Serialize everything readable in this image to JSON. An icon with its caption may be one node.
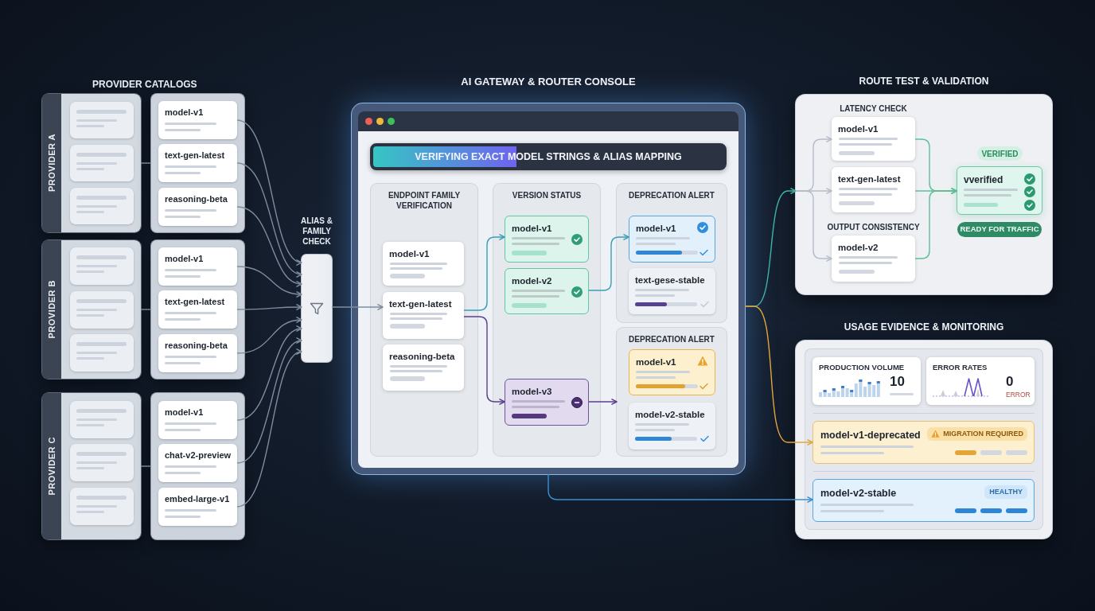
{
  "diagram": {
    "nodes": [
      {
        "text": [
          "PROVIDER A"
        ]
      },
      {
        "text": [],
        "shape": "box",
        "in": 0
      },
      {
        "text": [],
        "shape": "box",
        "in": 0
      },
      {
        "text": [],
        "shape": "box",
        "in": 0
      },
      {
        "text": [],
        "shape": "box"
      },
      {
        "text": [
          "model-v1"
        ],
        "in": 4
      },
      {
        "text": [
          "text-gen-latest"
        ],
        "in": 4
      },
      {
        "text": [
          "reasoning-beta"
        ],
        "in": 4
      },
      {
        "text": [
          "PROVIDER B"
        ]
      },
      {
        "text": [],
        "shape": "box",
        "in": 8
      },
      {
        "text": [],
        "shape": "box",
        "in": 8
      },
      {
        "text": [],
        "shape": "box",
        "in": 8
      },
      {
        "text": [],
        "shape": "box"
      },
      {
        "text": [
          "model-v1"
        ],
        "in": 12
      },
      {
        "text": [
          "text-gen-latest"
        ],
        "in": 12
      },
      {
        "text": [
          "reasoning-beta"
        ],
        "in": 12
      },
      {
        "text": [
          "PROVIDER C"
        ]
      },
      {
        "text": [],
        "shape": "box",
        "in": 16
      },
      {
        "text": [],
        "shape": "box",
        "in": 16
      },
      {
        "text": [],
        "shape": "box",
        "in": 16
      },
      {
        "text": [],
        "shape": "box"
      },
      {
        "text": [
          "model-v1"
        ],
        "in": 20
      },
      {
        "text": [
          "chat-v2-preview"
        ],
        "in": 20
      },
      {
        "text": [
          "embed-large-v1"
        ],
        "in": 20
      },
      {
        "text": [
          "ALIAS & FAMILY CHECK"
        ]
      },
      {
        "text": [
          "AI GATEWAY & ROUTER CONSOLE"
        ]
      },
      {
        "text": [
          "VERIFYING EXACT MODEL STRINGS & ALIAS MAPPING"
        ],
        "in": 25
      },
      {
        "text": [
          "ENDPOINT FAMILY VERIFICATION"
        ],
        "in": 25
      },
      {
        "text": [
          "model-v1"
        ],
        "in": 27
      },
      {
        "text": [
          "text-gen-latest"
        ],
        "in": 27
      },
      {
        "text": [
          "reasoning-beta"
        ],
        "in": 27
      },
      {
        "text": [
          "VERSION STATUS"
        ],
        "in": 25
      },
      {
        "text": [
          "model-v1"
        ],
        "in": 31
      },
      {
        "text": [
          "model-v2"
        ],
        "in": 31
      },
      {
        "text": [
          "model-v3"
        ],
        "in": 31
      },
      {
        "text": [
          "DEPRECATION ALERT"
        ],
        "in": 25
      },
      {
        "text": [
          "model-v1"
        ],
        "in": 35
      },
      {
        "text": [
          "text-gese-stable"
        ],
        "in": 35
      },
      {
        "text": [
          "DEPRECATION ALERT"
        ],
        "in": 25
      },
      {
        "text": [
          "model-v1"
        ],
        "in": 38
      },
      {
        "text": [
          "model-v2-stable"
        ],
        "in": 38
      },
      {
        "text": [
          "ROUTE TEST & VALIDATION"
        ]
      },
      {
        "text": [
          "model-v1"
        ],
        "in": 41,
        "beside": [
          "LATENCY CHECK"
        ]
      },
      {
        "text": [
          "text-gen-latest"
        ],
        "in": 41
      },
      {
        "text": [
          "model-v2"
        ],
        "in": 41,
        "beside": [
          "OUTPUT CONSISTENCY"
        ]
      },
      {
        "text": [
          "vverified"
        ],
        "in": 41
      },
      {
        "text": [
          "VERIFIED"
        ],
        "in": 41
      },
      {
        "text": [
          "READY FOR TRAFFIC"
        ],
        "in": 41
      },
      {
        "text": [
          "USAGE EVIDENCE & MONITORING"
        ]
      },
      {
        "text": [],
        "shape": "box",
        "in": 48
      },
      {
        "text": [
          "PRODUCTION VOLUME",
          "10"
        ],
        "in": 49
      },
      {
        "text": [
          "ERROR RATES",
          "0",
          "ERROR"
        ],
        "in": 49
      },
      {
        "text": [
          "model-v1-deprecated",
          "MIGRATION REQUIRED"
        ],
        "in": 49
      },
      {
        "text": [
          "model-v2-stable",
          "HEALTHY"
        ],
        "in": 49
      }
    ],
    "edges": [
      {
        "from": 0,
        "to": 4,
        "arrow": "none"
      },
      {
        "from": 8,
        "to": 12,
        "arrow": "none"
      },
      {
        "from": 16,
        "to": 20,
        "arrow": "none"
      },
      {
        "from": 5,
        "to": 24,
        "arrow": "to"
      },
      {
        "from": 6,
        "to": 24,
        "arrow": "to"
      },
      {
        "from": 7,
        "to": 24,
        "arrow": "to"
      },
      {
        "from": 13,
        "to": 24,
        "arrow": "to"
      },
      {
        "from": 14,
        "to": 24,
        "arrow": "to"
      },
      {
        "from": 15,
        "to": 24,
        "arrow": "to"
      },
      {
        "from": 21,
        "to": 24,
        "arrow": "to"
      },
      {
        "from": 22,
        "to": 24,
        "arrow": "to"
      },
      {
        "from": 23,
        "to": 24,
        "arrow": "to"
      },
      {
        "from": 24,
        "to": 29,
        "arrow": "to"
      },
      {
        "from": 29,
        "to": 32,
        "arrow": "to",
        "color": "#3a9fb5"
      },
      {
        "from": 29,
        "to": 34,
        "arrow": "to",
        "color": "#5a3f8e"
      },
      {
        "from": 33,
        "to": 36,
        "arrow": "to",
        "color": "#3a9fb5"
      },
      {
        "from": 34,
        "to": 38,
        "arrow": "to",
        "color": "#5a3f8e"
      },
      {
        "from": 25,
        "to": 41,
        "arrow": "to",
        "color": "#3fb3a6"
      },
      {
        "from": 41,
        "to": 42,
        "arrow": "to",
        "color": "#b4bdc9"
      },
      {
        "from": 41,
        "to": 43,
        "arrow": "to",
        "color": "#b4bdc9"
      },
      {
        "from": 41,
        "to": 44,
        "arrow": "to",
        "color": "#b4bdc9"
      },
      {
        "from": 42,
        "to": 45,
        "arrow": "to",
        "color": "#5fbf98"
      },
      {
        "from": 43,
        "to": 45,
        "arrow": "to",
        "color": "#5fbf98"
      },
      {
        "from": 44,
        "to": 45,
        "arrow": "to",
        "color": "#5fbf98"
      },
      {
        "from": 25,
        "to": 52,
        "arrow": "to",
        "color": "#e2a53a"
      },
      {
        "from": 25,
        "to": 53,
        "arrow": "to",
        "color": "#3d8fd2"
      }
    ],
    "labels": [
      "PROVIDER CATALOGS"
    ]
  }
}
